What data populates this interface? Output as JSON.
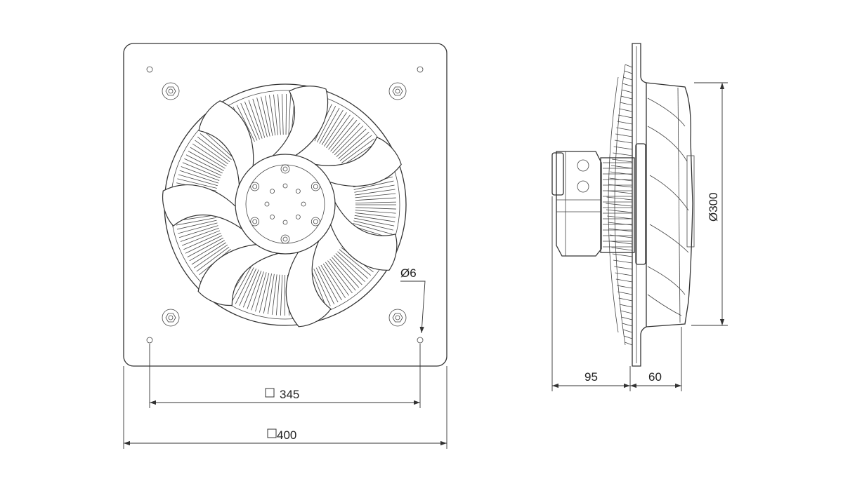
{
  "front_view": {
    "outer_square_label": "400",
    "hole_pitch_label": "345",
    "hole_diameter_label": "Ø6",
    "blade_count": 7
  },
  "side_view": {
    "diameter_label": "Ø300",
    "motor_depth_label": "95",
    "impeller_depth_label": "60"
  }
}
